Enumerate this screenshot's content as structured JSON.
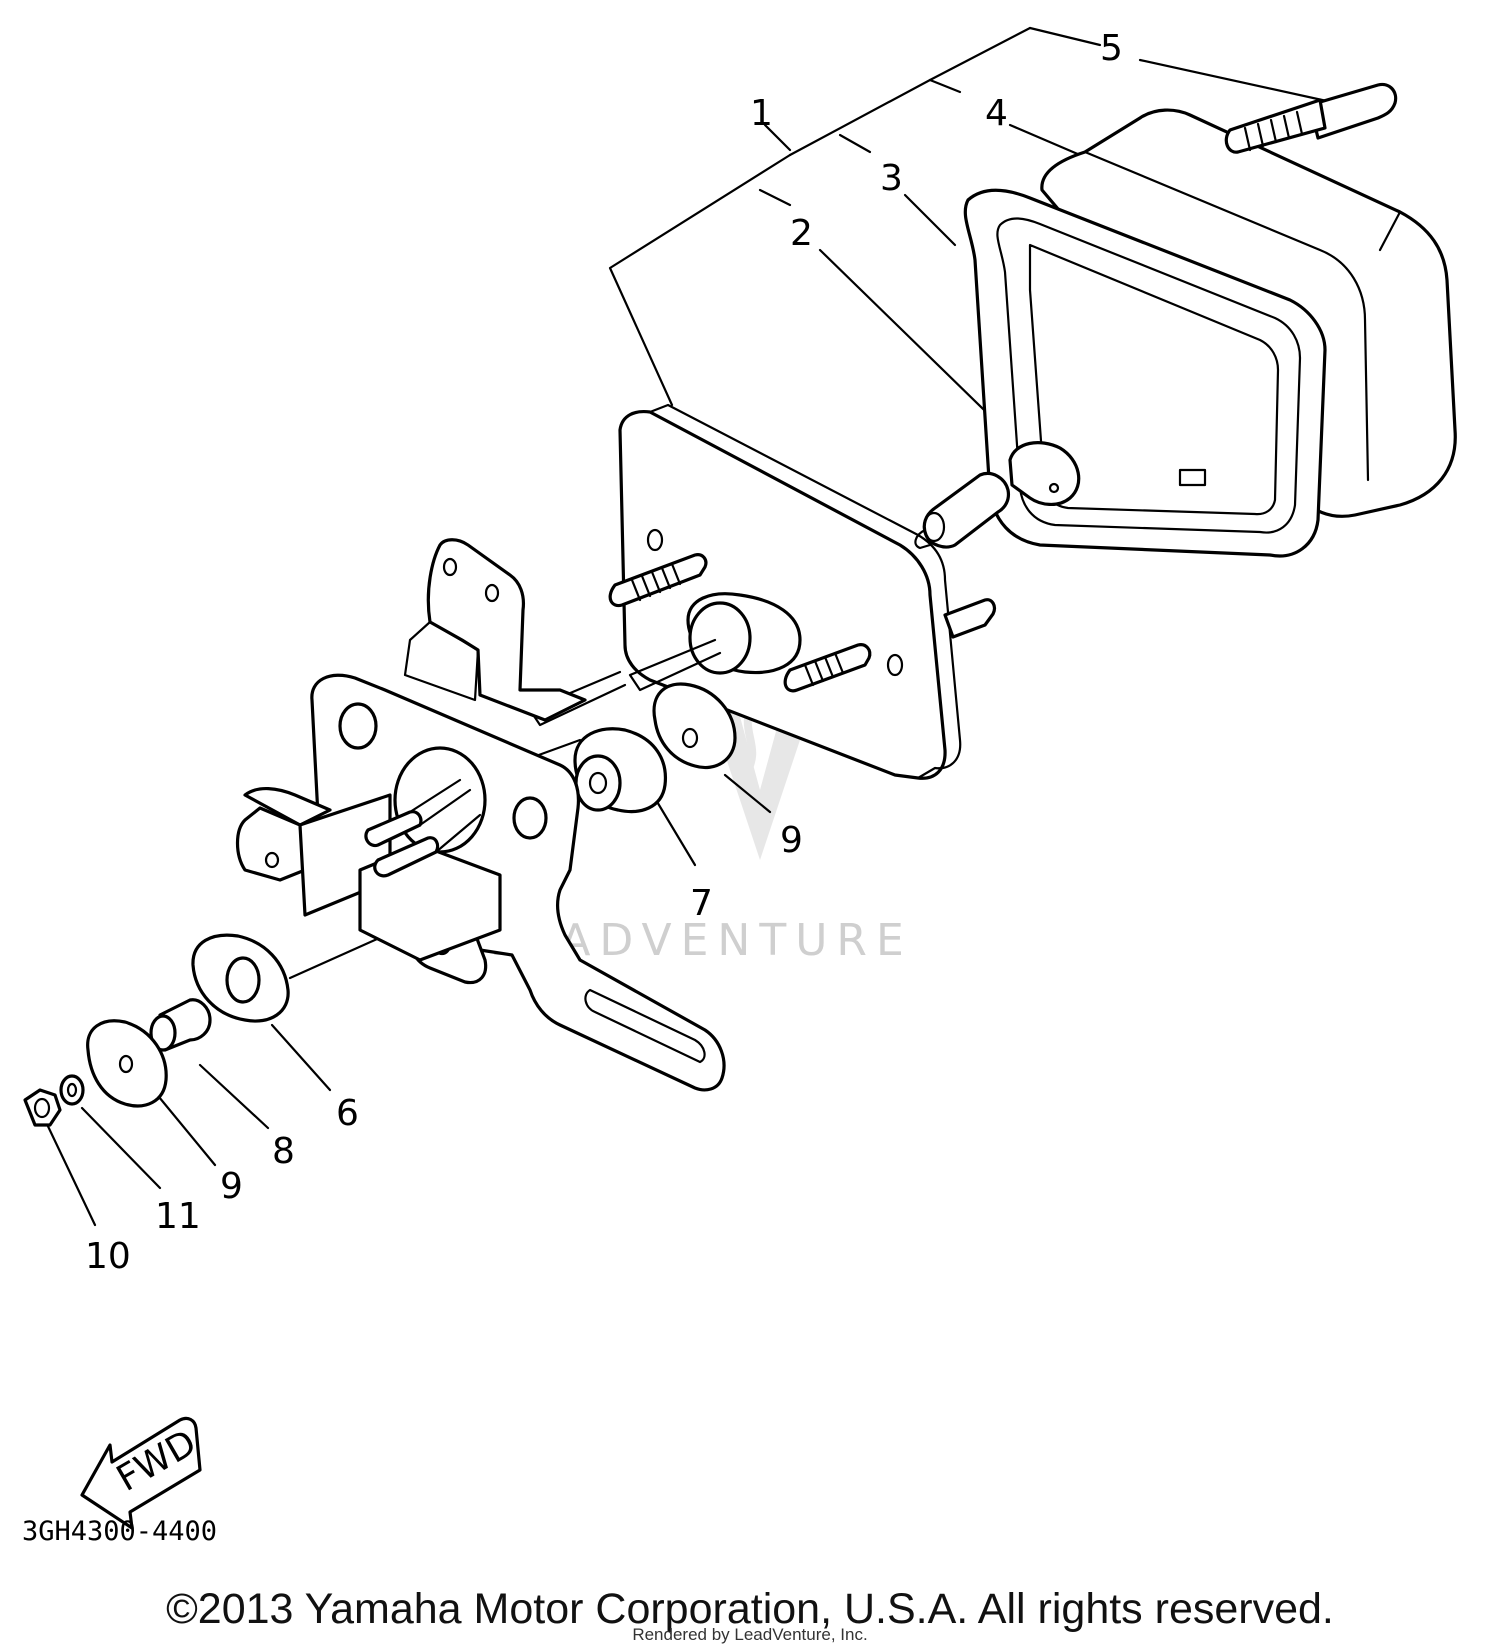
{
  "diagram": {
    "callouts": [
      "1",
      "2",
      "3",
      "4",
      "5",
      "6",
      "7",
      "8",
      "9",
      "9",
      "10",
      "11"
    ],
    "fwd_label": "FWD",
    "part_code": "3GH4300-4400",
    "watermark": "LEADVENTURE"
  },
  "footer": {
    "copyright": "©2013 Yamaha Motor Corporation, U.S.A. All rights reserved.",
    "rendered_by": "Rendered by LeadVenture, Inc."
  }
}
